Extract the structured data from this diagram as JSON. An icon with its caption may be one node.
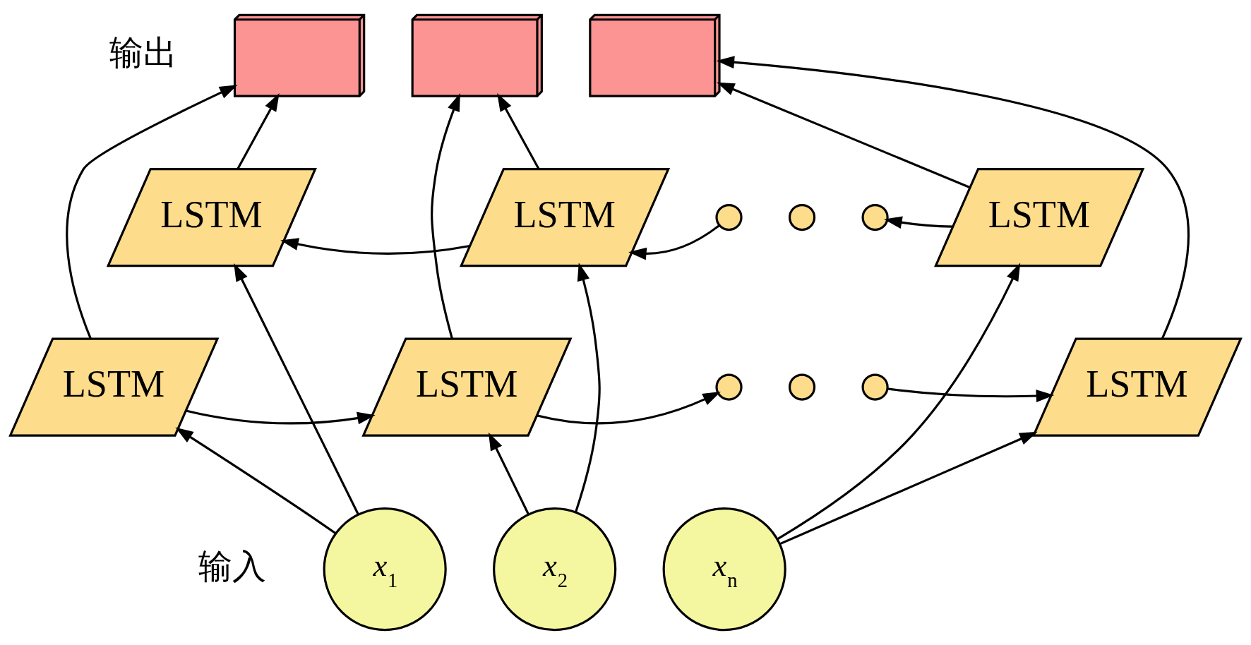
{
  "diagram": {
    "nodes": [
      {
        "text": [],
        "shape": "box"
      },
      {
        "text": [],
        "shape": "box"
      },
      {
        "text": [],
        "shape": "box"
      },
      {
        "text": [
          "LSTM"
        ]
      },
      {
        "text": [
          "LSTM"
        ]
      },
      {
        "text": [],
        "shape": "circle"
      },
      {
        "text": [],
        "shape": "circle"
      },
      {
        "text": [],
        "shape": "circle"
      },
      {
        "text": [
          "LSTM"
        ]
      },
      {
        "text": [
          "LSTM"
        ]
      },
      {
        "text": [
          "LSTM"
        ]
      },
      {
        "text": [],
        "shape": "circle"
      },
      {
        "text": [],
        "shape": "circle"
      },
      {
        "text": [],
        "shape": "circle"
      },
      {
        "text": [
          "LSTM"
        ]
      },
      {
        "text": [
          "*x*$_{1}$"
        ]
      },
      {
        "text": [
          "*x*$_{2}$"
        ]
      },
      {
        "text": [
          "*x*$_{n}$"
        ]
      }
    ],
    "edges": [
      {
        "from": 4,
        "to": 3,
        "arrow": "to"
      },
      {
        "from": 5,
        "to": 4,
        "arrow": "to"
      },
      {
        "from": 8,
        "to": 7,
        "arrow": "to"
      },
      {
        "from": 9,
        "to": 10,
        "arrow": "to"
      },
      {
        "from": 10,
        "to": 11,
        "arrow": "to"
      },
      {
        "from": 13,
        "to": 14,
        "arrow": "to"
      },
      {
        "from": 15,
        "to": 3,
        "arrow": "to"
      },
      {
        "from": 15,
        "to": 9,
        "arrow": "to"
      },
      {
        "from": 16,
        "to": 4,
        "arrow": "to"
      },
      {
        "from": 16,
        "to": 10,
        "arrow": "to"
      },
      {
        "from": 17,
        "to": 8,
        "arrow": "to"
      },
      {
        "from": 17,
        "to": 14,
        "arrow": "to"
      },
      {
        "from": 3,
        "to": 0,
        "arrow": "to"
      },
      {
        "from": 9,
        "to": 0,
        "arrow": "to"
      },
      {
        "from": 4,
        "to": 1,
        "arrow": "to"
      },
      {
        "from": 10,
        "to": 1,
        "arrow": "to"
      },
      {
        "from": 8,
        "to": 2,
        "arrow": "to"
      },
      {
        "from": 14,
        "to": 2,
        "arrow": "to"
      }
    ],
    "labels": [
      "输出",
      "输入"
    ]
  }
}
